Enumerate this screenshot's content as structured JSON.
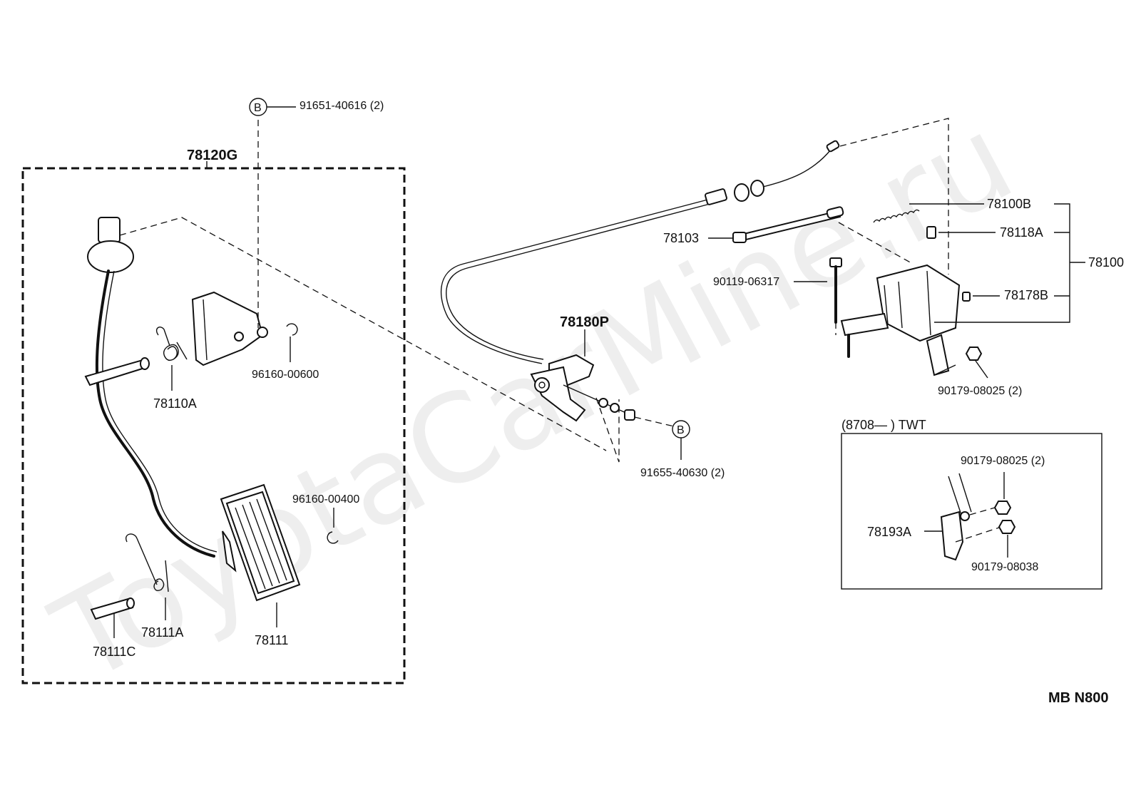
{
  "watermark": "ToyotaCarMine.ru",
  "diagram_code": "MB  N800",
  "ref_marker": "B",
  "inset": {
    "title": "(8708—          ) TWT"
  },
  "labels": {
    "p78120G": "78120G",
    "p91651": "91651-40616 (2)",
    "p96160_600": "96160-00600",
    "p78110A": "78110A",
    "p96160_400": "96160-00400",
    "p78111A": "78111A",
    "p78111": "78111",
    "p78111C": "78111C",
    "p78180P": "78180P",
    "p91655": "91655-40630 (2)",
    "p78103": "78103",
    "p90119": "90119-06317",
    "p78100B": "78100B",
    "p78118A": "78118A",
    "p78100": "78100",
    "p78178B": "78178B",
    "p90179_a": "90179-08025 (2)",
    "p90179_b": "90179-08025 (2)",
    "p78193A": "78193A",
    "p90179_08038": "90179-08038"
  }
}
